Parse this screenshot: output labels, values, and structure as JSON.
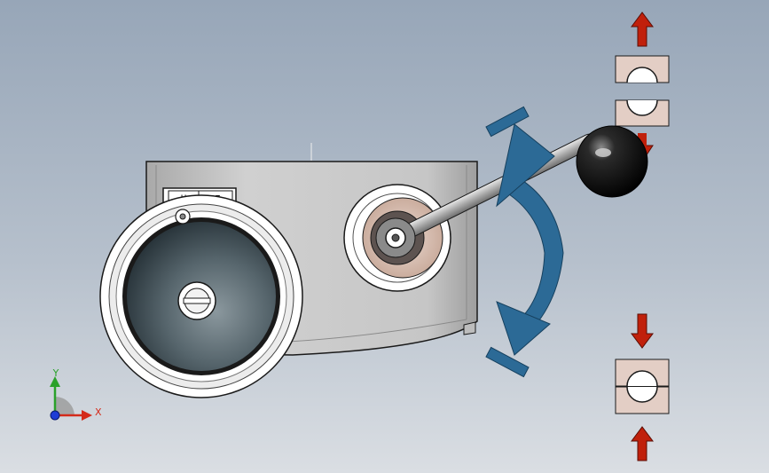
{
  "scale_plate": {
    "symbol": "-||-",
    "value": "0.5"
  },
  "triad": {
    "x_label": "X",
    "y_label": "Y"
  },
  "colors": {
    "background_top": "#9aa8ba",
    "background_bottom": "#d9dde2",
    "housing": "#c9c9c9",
    "rotation_arrow": "#2c6a96",
    "direction_arrow": "#c0200b",
    "clamp_block": "#e3cec5",
    "axis_x": "#d42a1a",
    "axis_y": "#2aa12a",
    "axis_z": "#1e3cd6"
  },
  "icons": [
    "rotation-arrow-icon",
    "arrow-up-icon",
    "arrow-down-icon",
    "clamp-open-icon",
    "clamp-closed-icon",
    "axis-triad-icon"
  ]
}
